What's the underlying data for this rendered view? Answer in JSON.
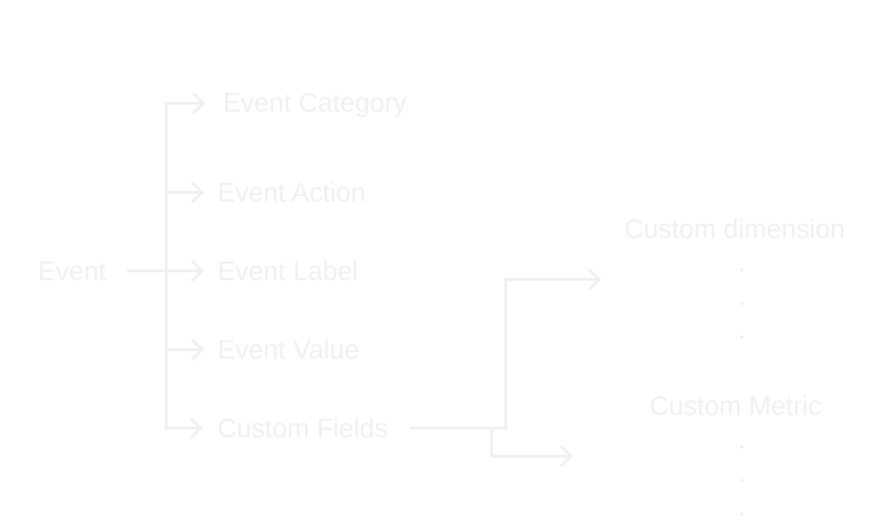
{
  "colors": {
    "background": "#ffffff",
    "ink": "#f0f0f0"
  },
  "root": {
    "label": "Event"
  },
  "fields": [
    {
      "label": "Event Category"
    },
    {
      "label": "Event Action"
    },
    {
      "label": "Event Label"
    },
    {
      "label": "Event Value"
    },
    {
      "label": "Custom Fields"
    }
  ],
  "custom": [
    {
      "label": "Custom dimension"
    },
    {
      "label": "Custom Metric"
    }
  ]
}
